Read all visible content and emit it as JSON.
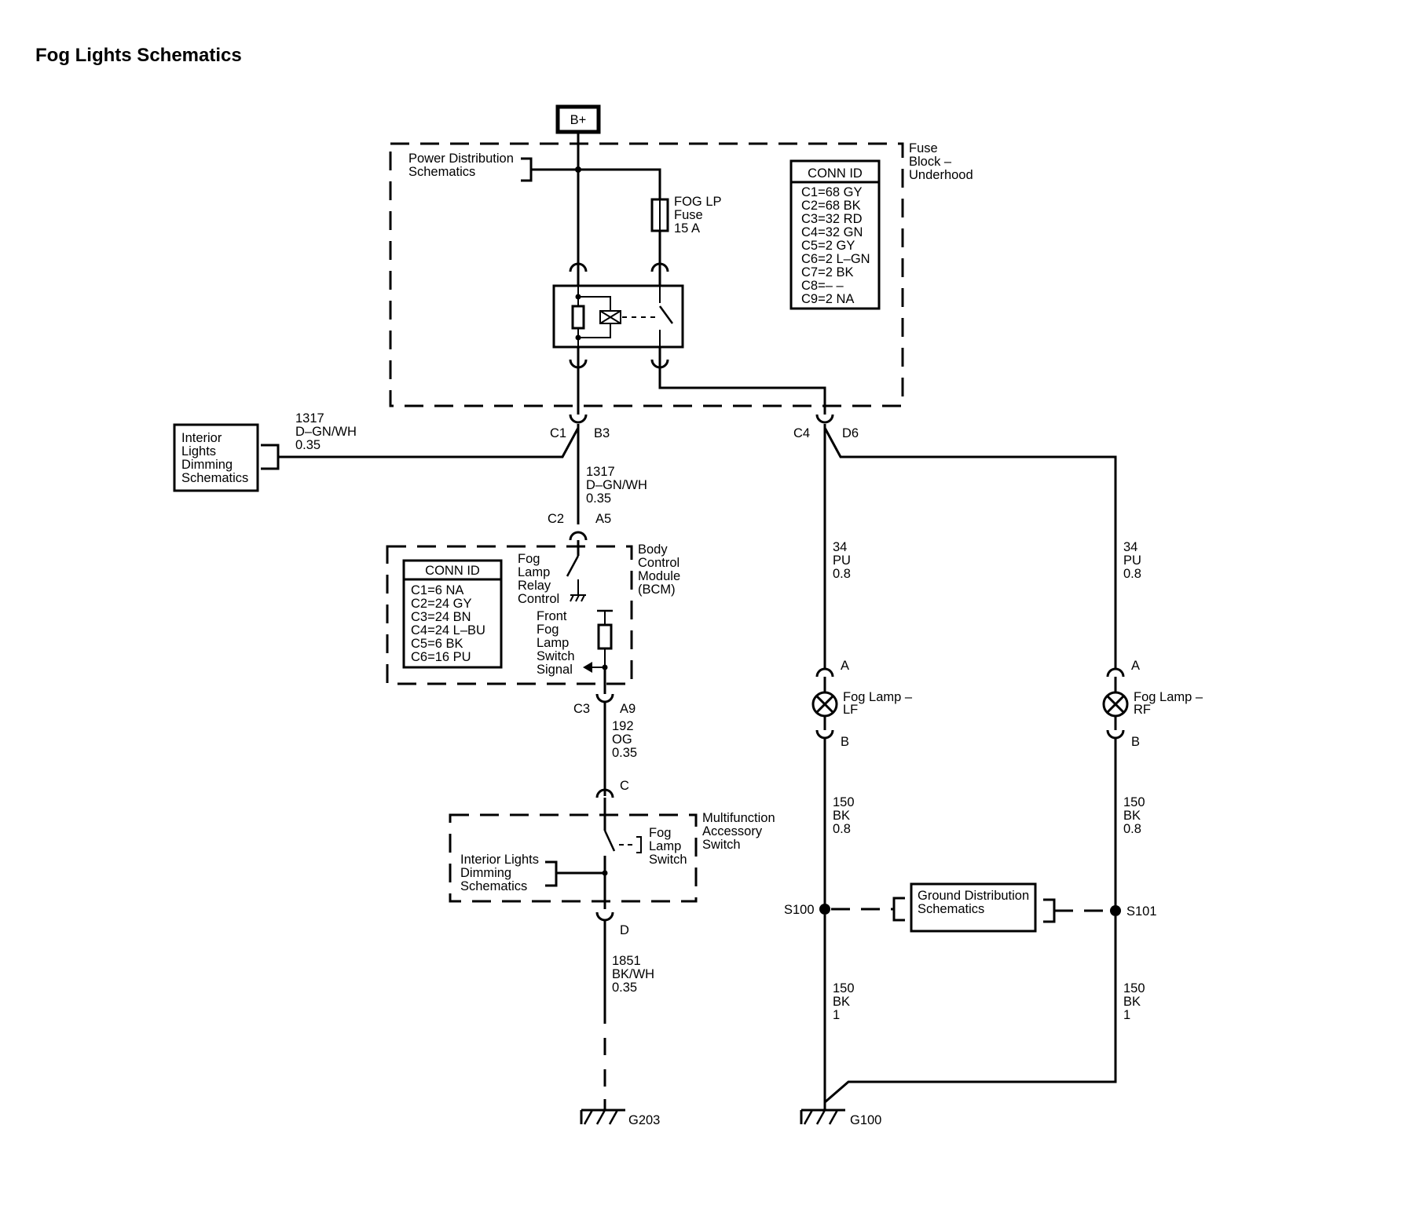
{
  "title": "Fog Lights Schematics",
  "power_source": "B+",
  "fuse_block": {
    "name_lines": [
      "Fuse",
      "Block –",
      "Underhood"
    ],
    "power_ref_lines": [
      "Power Distribution",
      "Schematics"
    ],
    "fuse_lines": [
      "FOG LP",
      "Fuse",
      "15 A"
    ],
    "conn_id": {
      "header": "CONN ID",
      "rows": [
        "C1=68 GY",
        "C2=68 BK",
        "C3=32 RD",
        "C4=32 GN",
        "C5=2 GY",
        "C6=2 L–GN",
        "C7=2 BK",
        "C8=– –",
        "C9=2 NA"
      ]
    }
  },
  "interior_lights_box": [
    "Interior",
    "Lights",
    "Dimming",
    "Schematics"
  ],
  "wires": {
    "w1317_left": [
      "1317",
      "D–GN/WH",
      "0.35"
    ],
    "w1317_down": [
      "1317",
      "D–GN/WH",
      "0.35"
    ],
    "w192": [
      "192",
      "OG",
      "0.35"
    ],
    "w1851": [
      "1851",
      "BK/WH",
      "0.35"
    ],
    "w34_left": [
      "34",
      "PU",
      "0.8"
    ],
    "w34_right": [
      "34",
      "PU",
      "0.8"
    ],
    "w150_lf_upper": [
      "150",
      "BK",
      "0.8"
    ],
    "w150_rf_upper": [
      "150",
      "BK",
      "0.8"
    ],
    "w150_lf_lower": [
      "150",
      "BK",
      "1"
    ],
    "w150_rf_lower": [
      "150",
      "BK",
      "1"
    ]
  },
  "pins": {
    "c1": "C1",
    "b3": "B3",
    "c4": "C4",
    "d6": "D6",
    "c2": "C2",
    "a5": "A5",
    "c3": "C3",
    "a9": "A9",
    "c": "C",
    "d": "D",
    "lf_a": "A",
    "lf_b": "B",
    "rf_a": "A",
    "rf_b": "B"
  },
  "bcm": {
    "name_lines": [
      "Body",
      "Control",
      "Module",
      "(BCM)"
    ],
    "relay_control_lines": [
      "Fog",
      "Lamp",
      "Relay",
      "Control"
    ],
    "switch_signal_lines": [
      "Front",
      "Fog",
      "Lamp",
      "Switch",
      "Signal"
    ],
    "conn_id": {
      "header": "CONN ID",
      "rows": [
        "C1=6 NA",
        "C2=24 GY",
        "C3=24 BN",
        "C4=24 L–BU",
        "C5=6 BK",
        "C6=16 PU"
      ]
    }
  },
  "multifunction_switch": {
    "name_lines": [
      "Multifunction",
      "Accessory",
      "Switch"
    ],
    "fog_switch_lines": [
      "Fog",
      "Lamp",
      "Switch"
    ],
    "interior_ref_lines": [
      "Interior Lights",
      "Dimming",
      "Schematics"
    ]
  },
  "lamps": {
    "lf_lines": [
      "Fog Lamp –",
      "LF"
    ],
    "rf_lines": [
      "Fog Lamp –",
      "RF"
    ]
  },
  "splices": {
    "s100": "S100",
    "s101": "S101"
  },
  "ground_distribution_lines": [
    "Ground Distribution",
    "Schematics"
  ],
  "grounds": {
    "g203": "G203",
    "g100": "G100"
  }
}
